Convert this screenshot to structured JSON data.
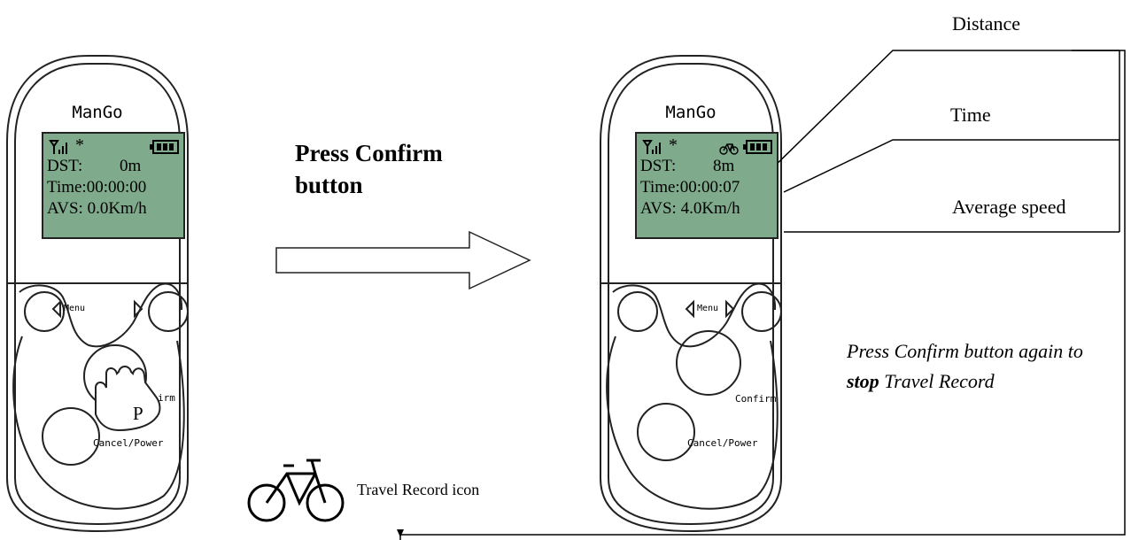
{
  "device_before": {
    "brand": "ManGo",
    "screen": {
      "dst_label": "DST:",
      "dst_value": "0m",
      "time": "Time:00:00:00",
      "avs": "AVS: 0.0Km/h"
    },
    "menu_label": "Menu",
    "confirm_label": "irm",
    "cancel_label": "Cancel/Power",
    "hand_letter": "P"
  },
  "device_after": {
    "brand": "ManGo",
    "screen": {
      "dst_label": "DST:",
      "dst_value": "8m",
      "time": "Time:00:00:07",
      "avs": "AVS: 4.0Km/h"
    },
    "menu_label": "Menu",
    "confirm_label": "Confirm",
    "cancel_label": "Cancel/Power"
  },
  "instruction": {
    "line1": "Press Confirm",
    "line2": "button"
  },
  "callouts": {
    "distance": "Distance",
    "time": "Time",
    "average_speed": "Average speed"
  },
  "note": {
    "part1": "Press Confirm button again to ",
    "emphasis": "stop",
    "part2": " Travel Record"
  },
  "icon_caption": "Travel Record icon",
  "colors": {
    "lcd_background": "#7faa8c",
    "outline": "#222222"
  }
}
